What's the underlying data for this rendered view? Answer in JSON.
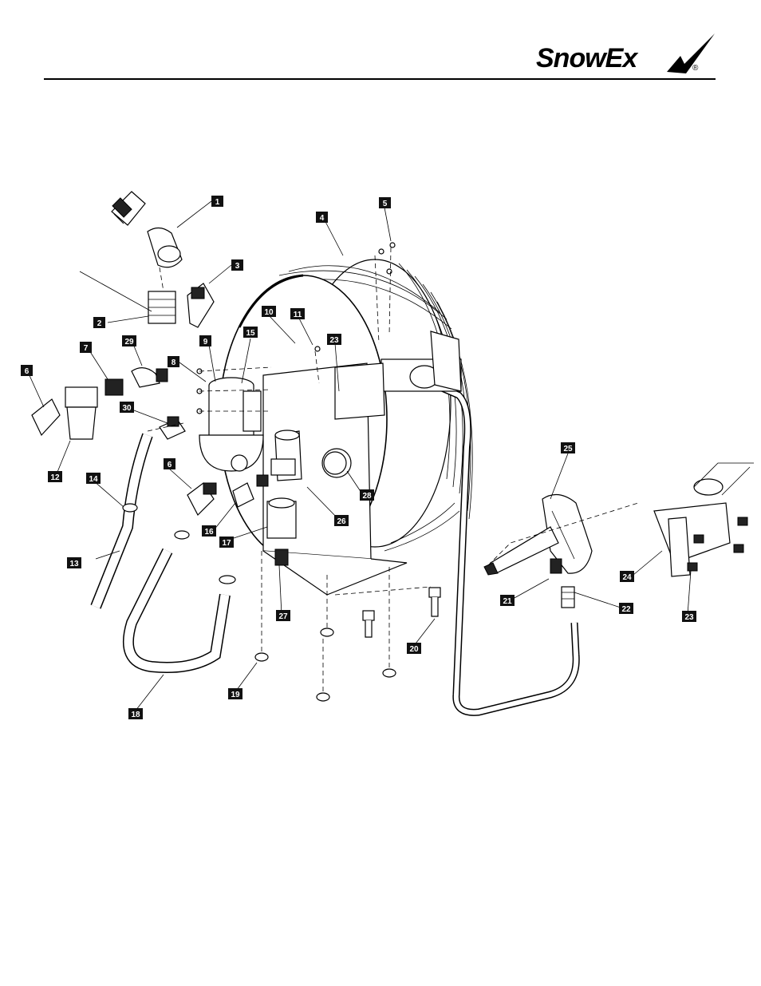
{
  "brand": {
    "logo_text_main": "SnowEx",
    "logo_registered": "®"
  },
  "callouts": [
    "1",
    "2",
    "3",
    "4",
    "5",
    "6",
    "7",
    "8",
    "9",
    "10",
    "11",
    "12",
    "13",
    "14",
    "15",
    "16",
    "17",
    "18",
    "19",
    "20",
    "21",
    "22",
    "23",
    "24",
    "25",
    "26",
    "27",
    "28",
    "29",
    "30",
    "6",
    "23"
  ]
}
